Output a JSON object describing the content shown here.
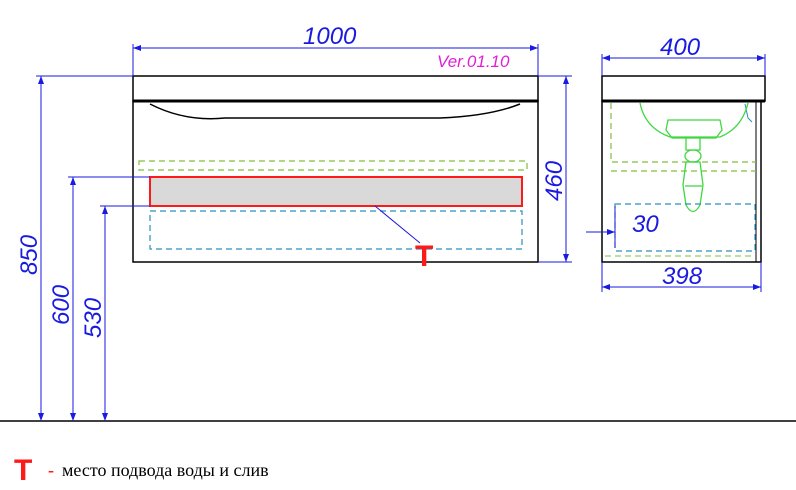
{
  "version_label": "Ver.01.10",
  "dimensions": {
    "width_front": "1000",
    "depth_top": "400",
    "cabinet_height": "460",
    "total_height": "850",
    "height_600": "600",
    "height_530": "530",
    "side_offset": "30",
    "depth_bottom": "398"
  },
  "legend": {
    "symbol": "T",
    "dash": "-",
    "text": "место подвода воды и слив"
  },
  "colors": {
    "dimension": "#1a1ae0",
    "version": "#e020d8",
    "marker": "#ff1a1a",
    "outline": "#000000",
    "dashed_green": "#7fbf3f",
    "dashed_cyan": "#2a8fbf",
    "siphon_green": "#3fd83f",
    "drawer_fill": "#d9d9d9"
  }
}
